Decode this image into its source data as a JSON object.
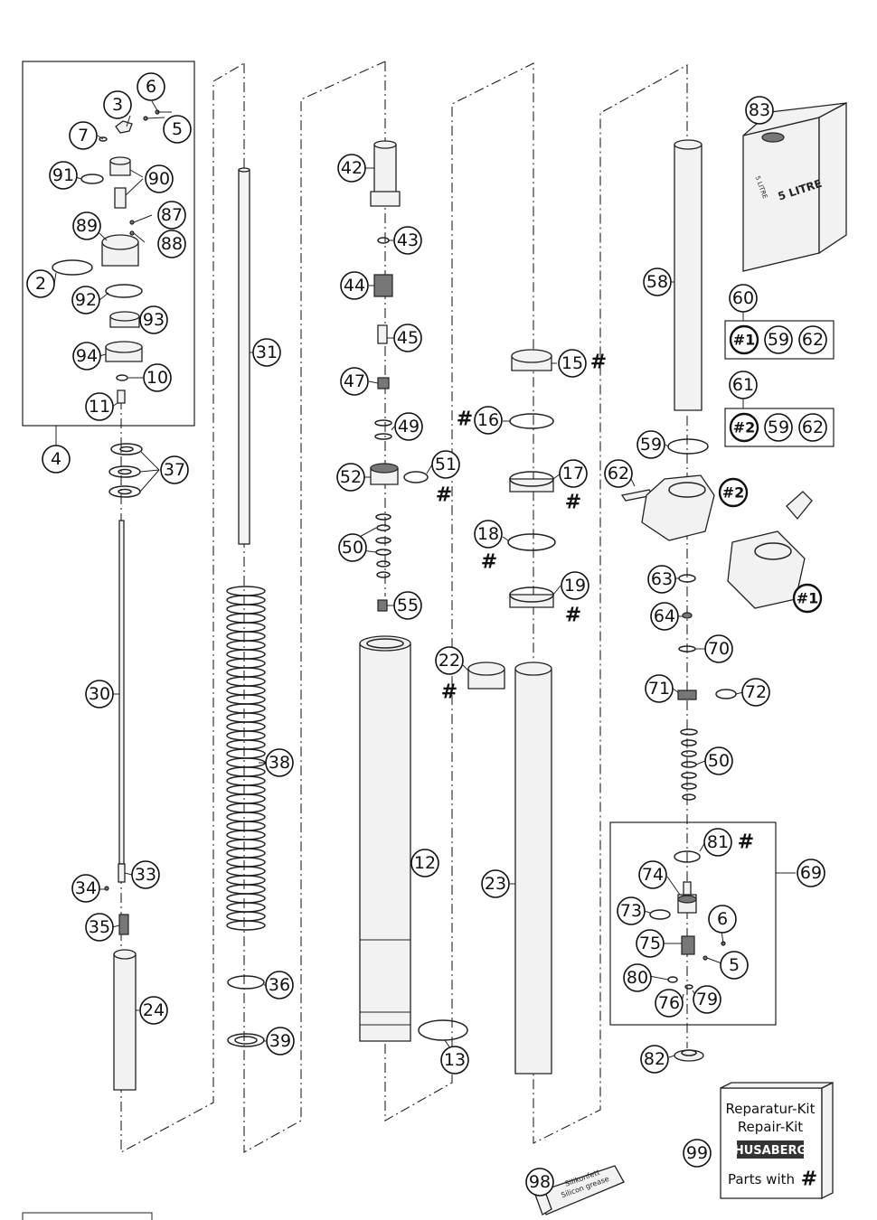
{
  "callouts": {
    "c2": "2",
    "c3": "3",
    "c4": "4",
    "c5a": "5",
    "c5b": "5",
    "c6a": "6",
    "c6b": "6",
    "c7": "7",
    "c10": "10",
    "c11": "11",
    "c12": "12",
    "c13": "13",
    "c15": "15",
    "c16": "16",
    "c17": "17",
    "c18": "18",
    "c19": "19",
    "c22": "22",
    "c23": "23",
    "c24": "24",
    "c30": "30",
    "c31": "31",
    "c33": "33",
    "c34": "34",
    "c35": "35",
    "c36": "36",
    "c37": "37",
    "c38": "38",
    "c39": "39",
    "c42": "42",
    "c43": "43",
    "c44": "44",
    "c45": "45",
    "c47": "47",
    "c49": "49",
    "c50a": "50",
    "c50b": "50",
    "c51": "51",
    "c52": "52",
    "c55": "55",
    "c58": "58",
    "c59": "59",
    "c60": "60",
    "c61": "61",
    "c62": "62",
    "c63": "63",
    "c64": "64",
    "c69": "69",
    "c70": "70",
    "c71": "71",
    "c72": "72",
    "c73": "73",
    "c74": "74",
    "c75": "75",
    "c76": "76",
    "c79": "79",
    "c80": "80",
    "c81": "81",
    "c82": "82",
    "c83": "83",
    "c87": "87",
    "c88": "88",
    "c89": "89",
    "c90": "90",
    "c91": "91",
    "c92": "92",
    "c93": "93",
    "c94": "94",
    "c98": "98",
    "c99": "99"
  },
  "hash_mark": "#",
  "kit60": {
    "k1": "#1",
    "k2": "59",
    "k3": "62"
  },
  "kit61": {
    "k1": "#2",
    "k2": "59",
    "k3": "62"
  },
  "clamp_labels": {
    "clamp2": "#2",
    "clamp1": "#1"
  },
  "oil_can": {
    "front": "5 LITRE",
    "side": "5 LITRE"
  },
  "grease_tube": {
    "line1": "Silikonfett",
    "line2": "Silicon grease"
  },
  "repair_kit": {
    "line1": "Reparatur-Kit",
    "line2": "Repair-Kit",
    "brand": "HUSABERG",
    "line3": "Parts with"
  },
  "colors": {
    "ink": "#222222",
    "paper": "#ffffff"
  }
}
